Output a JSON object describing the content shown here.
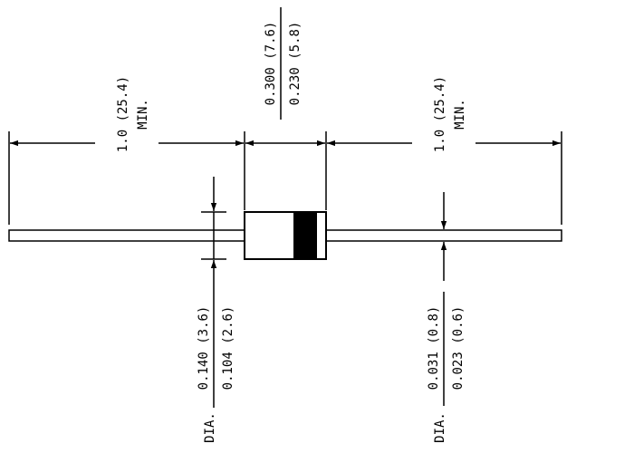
{
  "dimensions": {
    "lead_length_left": {
      "value": "1.0 (25.4)",
      "note": "MIN."
    },
    "lead_length_right": {
      "value": "1.0 (25.4)",
      "note": "MIN."
    },
    "body_length": {
      "max": "0.300 (7.6)",
      "min": "0.230 (5.8)"
    },
    "body_diameter": {
      "prefix": "DIA.",
      "max": "0.140 (3.6)",
      "min": "0.104 (2.6)"
    },
    "lead_diameter": {
      "prefix": "DIA.",
      "max": "0.031 (0.8)",
      "min": "0.023 (0.6)"
    }
  },
  "colors": {
    "ink": "#000000",
    "paper": "#ffffff"
  }
}
